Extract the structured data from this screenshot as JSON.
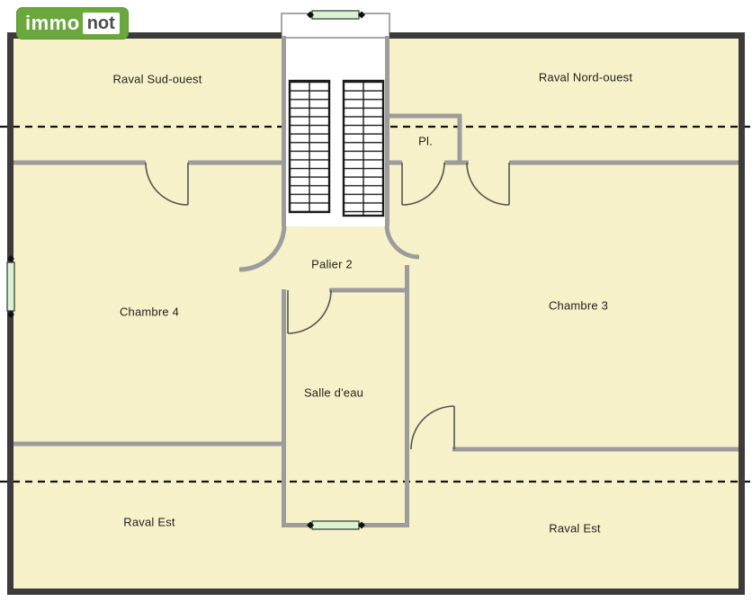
{
  "logo": {
    "immo": "immo",
    "not": "not"
  },
  "rooms": {
    "raval_sud_ouest": "Raval Sud-ouest",
    "raval_nord_ouest": "Raval Nord-ouest",
    "placard": "Pl.",
    "palier": "Palier 2",
    "chambre_4": "Chambre 4",
    "chambre_3": "Chambre 3",
    "salle_eau": "Salle d'eau",
    "raval_est_gauche": "Raval Est",
    "raval_est_droite": "Raval Est"
  },
  "colors": {
    "floor_fill": "#f6f1c8",
    "outer_wall": "#3b3b3b",
    "inner_wall": "#9c9c9c",
    "window_fill": "#d9f2d0",
    "dashed_line": "#111111",
    "stair_lines": "#1a1a1a",
    "logo_green": "#6aa83e"
  }
}
